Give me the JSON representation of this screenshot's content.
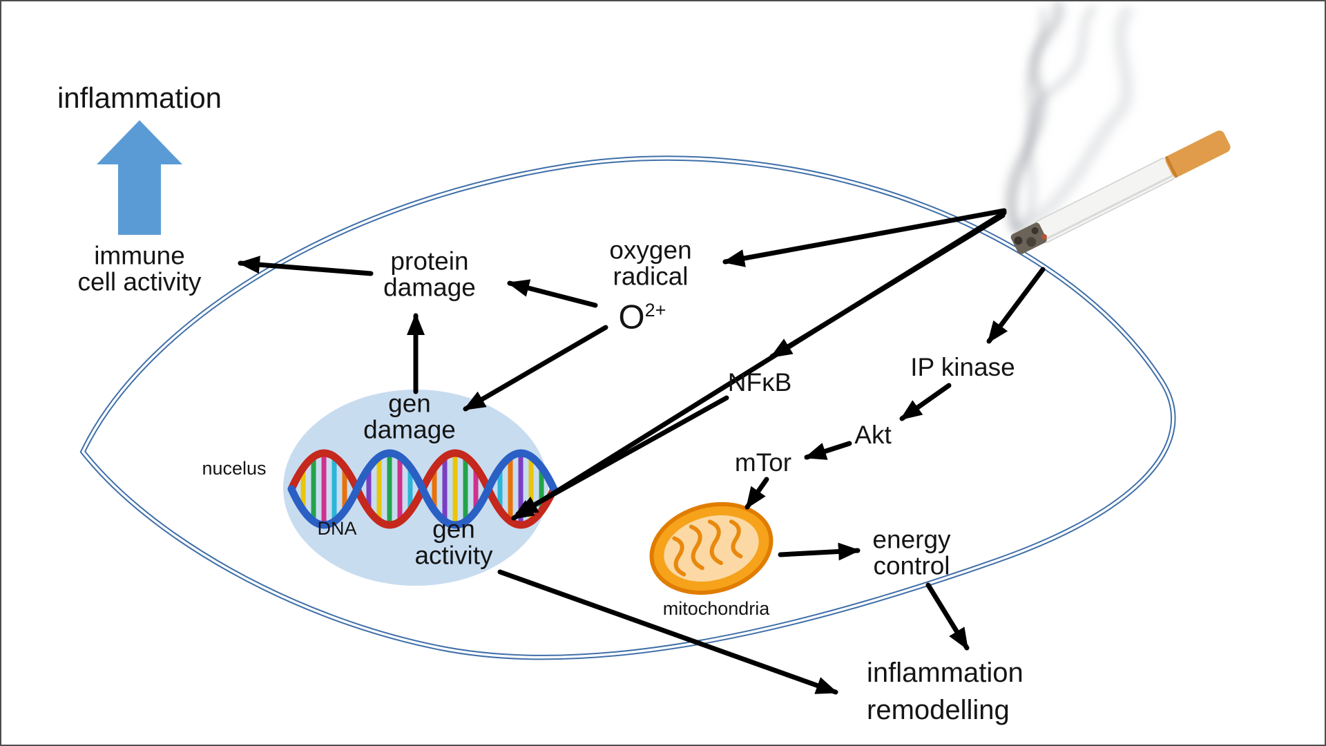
{
  "figure": {
    "title": "cigarette smoke cell pathway diagram",
    "labels": {
      "inflammation": "inflammation",
      "immune": {
        "line1": "immune",
        "line2": "cell activity"
      },
      "protein_damage": {
        "line1": "protein",
        "line2": "damage"
      },
      "oxygen_radical": {
        "line1": "oxygen",
        "line2": "radical"
      },
      "oxygen_symbol": {
        "base": "O",
        "sup": "2+"
      },
      "nfkb": "NFκB",
      "ip_kinase": "IP kinase",
      "akt": "Akt",
      "mtor": "mTor",
      "gen_damage": {
        "line1": "gen",
        "line2": "damage"
      },
      "nucleus": "nucelus",
      "dna": "DNA",
      "gen_activity": {
        "line1": "gen",
        "line2": "activity"
      },
      "mitochondria": "mitochondria",
      "energy_control": {
        "line1": "energy",
        "line2": "control"
      },
      "inflammation_remodelling": {
        "line1": "inflammation",
        "line2": "remodelling"
      }
    },
    "colors": {
      "cell_membrane": "#3f6fa8",
      "nucleus_fill": "#c8dcf0",
      "block_arrow": "#5b9bd5",
      "arrow": "#000000",
      "mitochondria_outline": "#e07c00",
      "mitochondria_fill": "#f6a21b",
      "mitochondria_inner": "#fcd9a4",
      "smoke": "#8a8f96",
      "dna_strand_red": "#c5281c",
      "dna_strand_blue": "#2a5fc4",
      "cigarette_filter": "#e09c4a",
      "cigarette_paper": "#f4f4f2"
    }
  }
}
